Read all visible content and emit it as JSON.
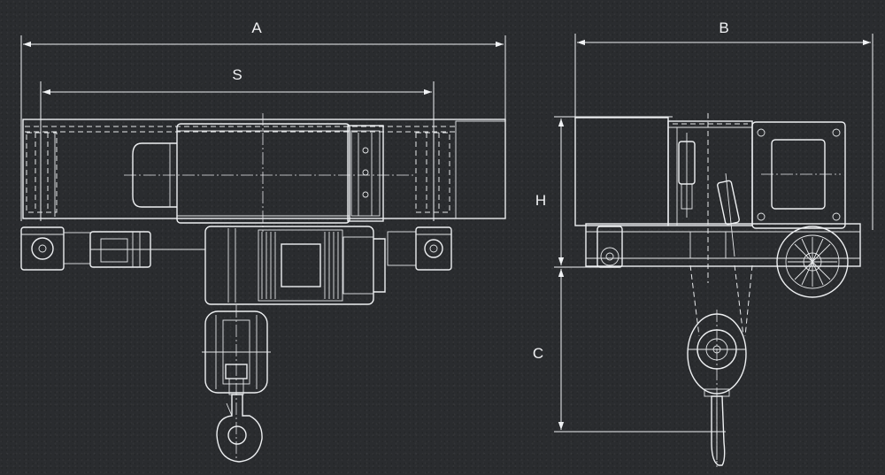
{
  "dimensions": {
    "a": "A",
    "s": "S",
    "b": "B",
    "h": "H",
    "c": "C"
  },
  "colors": {
    "background": "#2a2c2f",
    "lines": "#eef0f2"
  }
}
